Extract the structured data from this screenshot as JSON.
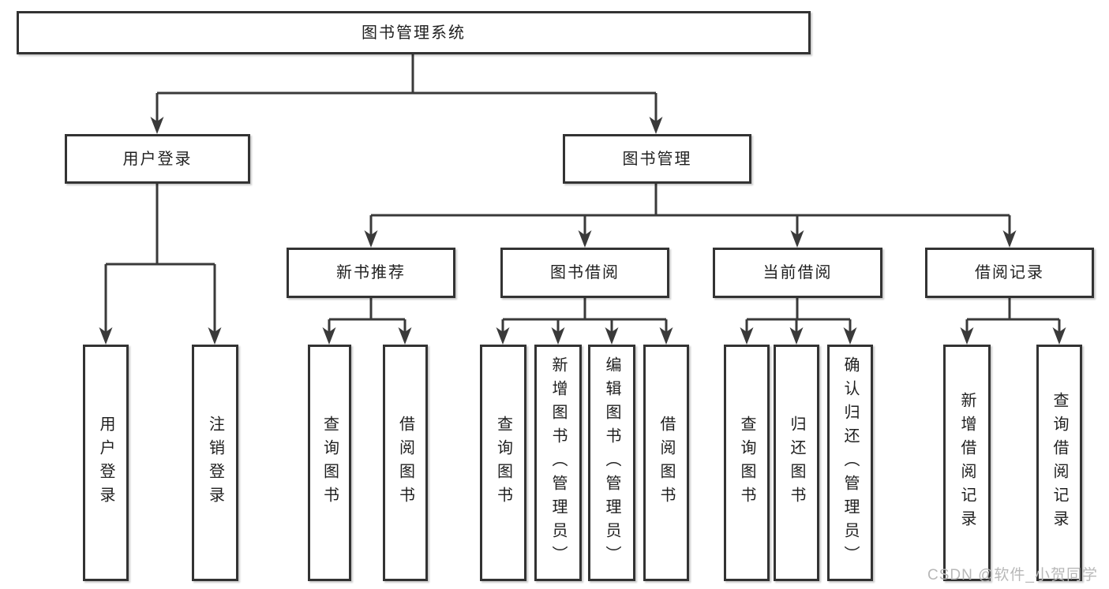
{
  "diagram": {
    "title": "图书管理系统",
    "nodes": [
      {
        "id": "root",
        "label": "图书管理系统",
        "parent": null
      },
      {
        "id": "user-login",
        "label": "用户登录",
        "parent": "root"
      },
      {
        "id": "book-mgmt",
        "label": "图书管理",
        "parent": "root"
      },
      {
        "id": "login-action",
        "label": "用户登录",
        "parent": "user-login"
      },
      {
        "id": "logout-action",
        "label": "注销登录",
        "parent": "user-login"
      },
      {
        "id": "new-books",
        "label": "新书推荐",
        "parent": "book-mgmt"
      },
      {
        "id": "book-borrow",
        "label": "图书借阅",
        "parent": "book-mgmt"
      },
      {
        "id": "current-borrow",
        "label": "当前借阅",
        "parent": "book-mgmt"
      },
      {
        "id": "borrow-records",
        "label": "借阅记录",
        "parent": "book-mgmt"
      },
      {
        "id": "nb-query",
        "label": "查询图书",
        "parent": "new-books"
      },
      {
        "id": "nb-borrow",
        "label": "借阅图书",
        "parent": "new-books"
      },
      {
        "id": "bb-query",
        "label": "查询图书",
        "parent": "book-borrow"
      },
      {
        "id": "bb-add",
        "label": "新增图书（管理员）",
        "parent": "book-borrow"
      },
      {
        "id": "bb-edit",
        "label": "编辑图书（管理员）",
        "parent": "book-borrow"
      },
      {
        "id": "bb-borrow",
        "label": "借阅图书",
        "parent": "book-borrow"
      },
      {
        "id": "cb-query",
        "label": "查询图书",
        "parent": "current-borrow"
      },
      {
        "id": "cb-return",
        "label": "归还图书",
        "parent": "current-borrow"
      },
      {
        "id": "cb-confirm",
        "label": "确认归还（管理员）",
        "parent": "current-borrow"
      },
      {
        "id": "br-add",
        "label": "新增借阅记录",
        "parent": "borrow-records"
      },
      {
        "id": "br-query",
        "label": "查询借阅记录",
        "parent": "borrow-records"
      }
    ]
  },
  "watermark": {
    "text": "CSDN @软件_小贺同学"
  },
  "colors": {
    "background": "#ffffff",
    "box_fill": "#ffffff",
    "box_border": "#333333",
    "line": "#3a3a3a",
    "text": "#1f1f1f",
    "watermark": "#b8b8b8"
  }
}
